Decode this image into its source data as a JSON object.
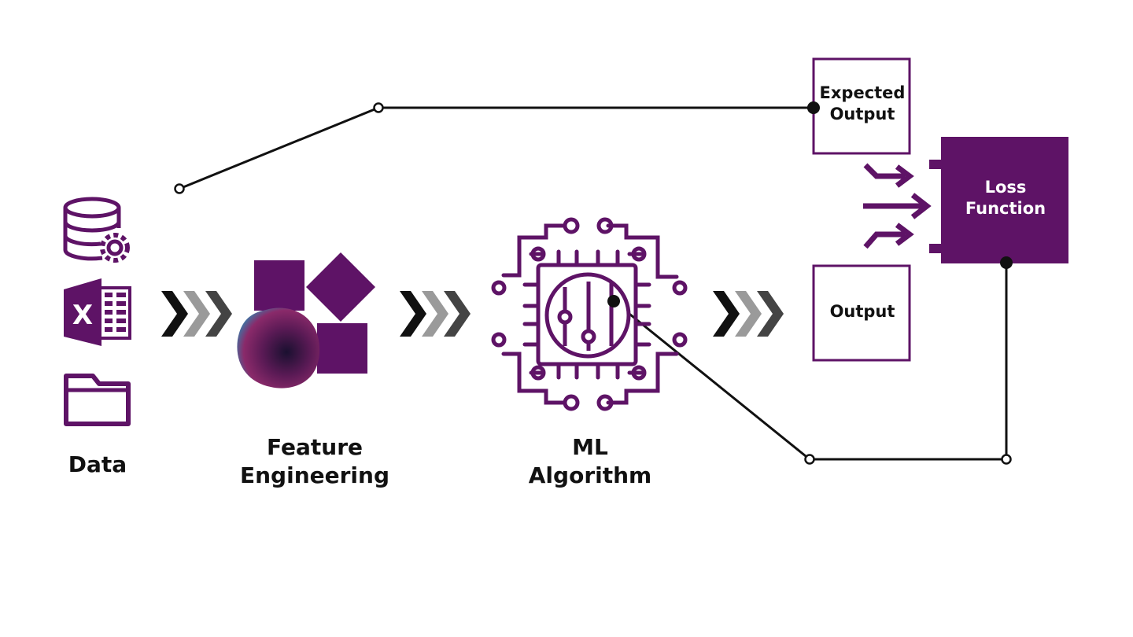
{
  "colors": {
    "purple": "#5e1366",
    "ink": "#111111",
    "gray_chevron": "#9a9a9a",
    "dark_chevron": "#444444",
    "background": "#ffffff"
  },
  "nodes": {
    "data": {
      "label": "Data",
      "icons": [
        "database-gear-icon",
        "excel-icon",
        "folder-icon"
      ]
    },
    "feature_engineering": {
      "label_line1": "Feature",
      "label_line2": "Engineering",
      "icons": [
        "square-shape-icon",
        "diamond-shape-icon",
        "square-shape-icon",
        "blob-shape-icon"
      ]
    },
    "ml_algorithm": {
      "label_line1": "ML",
      "label_line2": "Algorithm",
      "icons": [
        "circuit-chip-icon",
        "slider-controls-icon"
      ]
    },
    "expected_output": {
      "label_line1": "Expected",
      "label_line2": "Output"
    },
    "output": {
      "label": "Output"
    },
    "loss_function": {
      "label_line1": "Loss",
      "label_line2": "Function"
    }
  },
  "flow_arrows": [
    "chevron-arrow-icon",
    "chevron-arrow-icon",
    "chevron-arrow-icon"
  ],
  "merge_arrows": [
    "merge-arrow-icon",
    "straight-arrow-icon",
    "merge-arrow-icon"
  ]
}
